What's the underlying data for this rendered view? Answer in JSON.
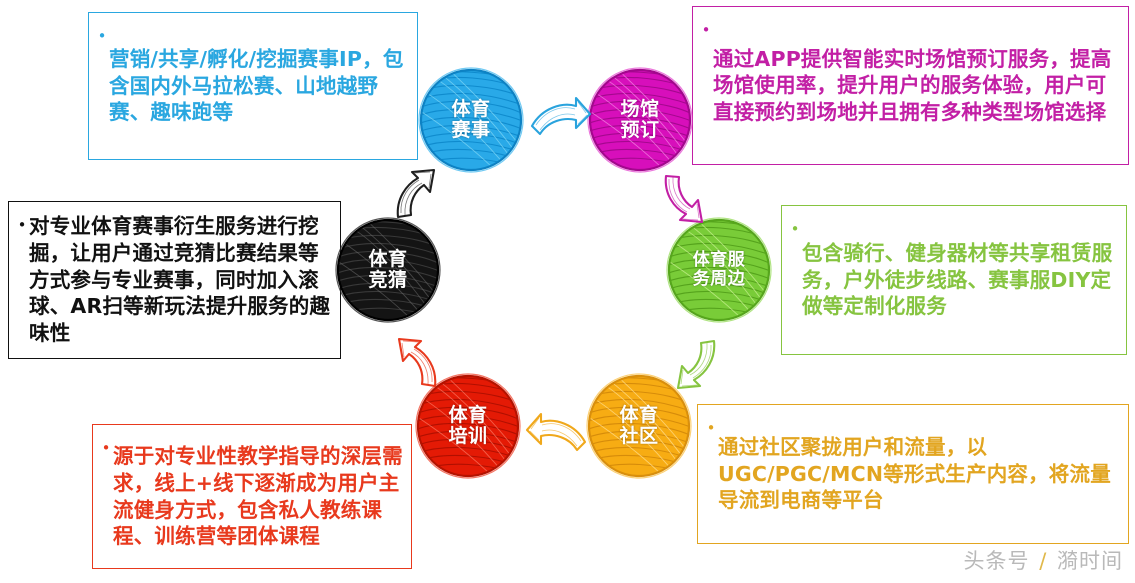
{
  "diagram": {
    "type": "cycle",
    "title_present": false,
    "nodes": [
      {
        "id": "events",
        "label_line1": "体育",
        "label_line2": "赛事",
        "color": "#1ba6e8",
        "position": "top-left"
      },
      {
        "id": "venue",
        "label_line1": "场馆",
        "label_line2": "预订",
        "color": "#d10bb8",
        "position": "top-right"
      },
      {
        "id": "services",
        "label_line1": "体育服",
        "label_line2": "务周边",
        "color": "#72c832",
        "position": "right"
      },
      {
        "id": "community",
        "label_line1": "体育",
        "label_line2": "社区",
        "color": "#f5aa13",
        "position": "bottom-right"
      },
      {
        "id": "training",
        "label_line1": "体育",
        "label_line2": "培训",
        "color": "#e11400",
        "position": "bottom-left"
      },
      {
        "id": "betting",
        "label_line1": "体育",
        "label_line2": "竞猜",
        "color": "#141414",
        "position": "left"
      }
    ],
    "arrows": [
      {
        "id": "arrow-events-to-venue",
        "color": "#29a3dd",
        "direction": "right"
      },
      {
        "id": "arrow-venue-to-services",
        "color": "#c21fa5",
        "direction": "down-right"
      },
      {
        "id": "arrow-services-to-community",
        "color": "#86c440",
        "direction": "down-left"
      },
      {
        "id": "arrow-community-to-training",
        "color": "#f0a81b",
        "direction": "left"
      },
      {
        "id": "arrow-training-to-betting",
        "color": "#e8391d",
        "direction": "up-left"
      },
      {
        "id": "arrow-betting-to-events",
        "color": "#1f1f1f",
        "direction": "up-right"
      }
    ],
    "callouts": [
      {
        "id": "events",
        "bullet": "•",
        "color": "#2aa7e0",
        "text": "营销/共享/孵化/挖掘赛事IP，包含国内外马拉松赛、山地越野赛、趣味跑等"
      },
      {
        "id": "venue",
        "bullet": "•",
        "color": "#c21fa5",
        "text": "通过APP提供智能实时场馆预订服务，提高场馆使用率，提升用户的服务体验，用户可直接预约到场地并且拥有多种类型场馆选择"
      },
      {
        "id": "services",
        "bullet": "•",
        "color": "#86c440",
        "text": "包含骑行、健身器材等共享租赁服务，户外徒步线路、赛事服DIY定做等定制化服务"
      },
      {
        "id": "community",
        "bullet": "•",
        "color": "#e2a520",
        "text": "通过社区聚拢用户和流量，以UGC/PGC/MCN等形式生产内容，将流量导流到电商等平台"
      },
      {
        "id": "training",
        "bullet": "•",
        "color": "#e8391d",
        "text": "源于对专业性教学指导的深层需求，线上+线下逐渐成为用户主流健身方式，包含私人教练课程、训练营等团体课程"
      },
      {
        "id": "betting",
        "bullet": "•",
        "color": "#111111",
        "text": "对专业体育赛事衍生服务进行挖掘，让用户通过竞猜比赛结果等方式参与专业赛事，同时加入滚球、AR扫等新玩法提升服务的趣味性"
      }
    ]
  },
  "watermark": {
    "account": "头条号",
    "separator": "/",
    "name": "漪时间"
  }
}
